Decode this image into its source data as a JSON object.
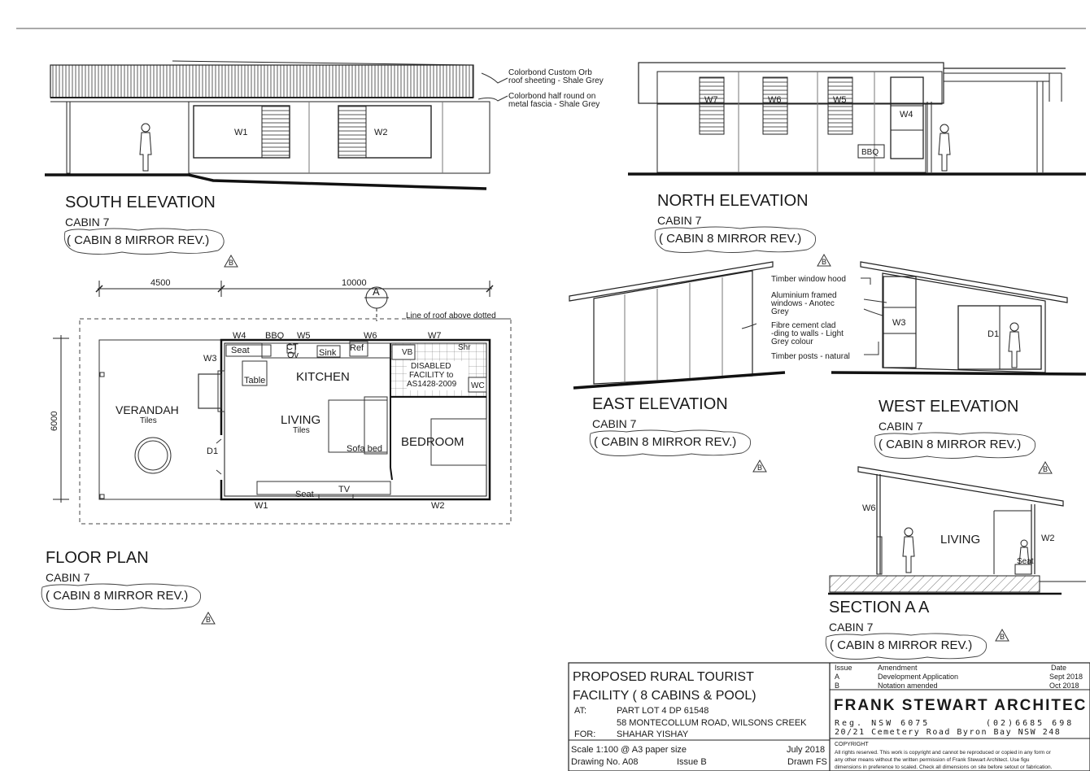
{
  "south": {
    "title": "SOUTH ELEVATION",
    "cabin": "CABIN 7",
    "mirror": "( CABIN 8 MIRROR REV.)",
    "rev": "B",
    "w1": "W1",
    "w2": "W2",
    "note1a": "Colorbond Custom Orb",
    "note1b": "roof sheeting - Shale Grey",
    "note2a": "Colorbond half round on",
    "note2b": "metal fascia - Shale Grey"
  },
  "north": {
    "title": "NORTH ELEVATION",
    "cabin": "CABIN 7",
    "mirror": "( CABIN 8 MIRROR REV.)",
    "rev": "B",
    "w7": "W7",
    "w6": "W6",
    "w5": "W5",
    "w4": "W4",
    "bbq": "BBQ"
  },
  "east": {
    "title": "EAST ELEVATION",
    "cabin": "CABIN 7",
    "mirror": "( CABIN 8 MIRROR REV.)",
    "rev": "B"
  },
  "west": {
    "title": "WEST ELEVATION",
    "cabin": "CABIN 7",
    "mirror": "( CABIN 8 MIRROR REV.)",
    "rev": "B",
    "w3": "W3",
    "d1": "D1",
    "notes": [
      "Timber window hood",
      "Aluminium framed",
      "windows - Anotec",
      "Grey",
      "Fibre cement clad",
      "-ding to walls - Light",
      "Grey colour",
      "Timber posts - natural"
    ]
  },
  "floor": {
    "title": "FLOOR PLAN",
    "cabin": "CABIN 7",
    "mirror": "( CABIN 8 MIRROR REV.)",
    "rev": "B",
    "dim_4500": "4500",
    "dim_10000": "10000",
    "dim_6000": "6000",
    "section_mark": "A",
    "roof_note": "Line of roof above dotted",
    "verandah": "VERANDAH",
    "verandah_tiles": "Tiles",
    "kitchen": "KITCHEN",
    "living": "LIVING",
    "living_tiles": "Tiles",
    "bedroom": "BEDROOM",
    "disabled": [
      "DISABLED",
      "FACILITY to",
      "AS1428-2009"
    ],
    "labels": {
      "w4": "W4",
      "bbq": "BBQ",
      "w5": "W5",
      "w6": "W6",
      "w7": "W7",
      "w3": "W3",
      "seat": "Seat",
      "ct": "CT",
      "ov": "Ov",
      "sink": "Sink",
      "ref": "Ref",
      "vb": "VB",
      "shr": "Shr",
      "table": "Table",
      "wc": "WC",
      "d1": "D1",
      "sofa_bed": "Sofa bed",
      "seat2": "Seat",
      "tv": "TV",
      "w1": "W1",
      "w2": "W2"
    }
  },
  "section": {
    "title": "SECTION A A",
    "cabin": "CABIN 7",
    "mirror": "( CABIN 8 MIRROR REV.)",
    "rev": "B",
    "w6": "W6",
    "living": "LIVING",
    "w2": "W2",
    "seat": "Seat"
  },
  "titleblock": {
    "project_line1": "PROPOSED RURAL TOURIST",
    "project_line2": "FACILITY  ( 8 CABINS & POOL)",
    "at_label": "AT:",
    "at_line1": "PART LOT 4 DP 61548",
    "at_line2": "58 MONTECOLLUM ROAD, WILSONS CREEK",
    "for_label": "FOR:",
    "client": "SHAHAR YISHAY",
    "scale": "Scale 1:100 @ A3 paper size",
    "date": "July 2018",
    "drawing_no": "Drawing No. A08",
    "issue": "Issue  B",
    "drawn": "Drawn FS",
    "issue_header": "Issue",
    "amendment_header": "Amendment",
    "date_header": "Date",
    "issues": [
      {
        "issue": "A",
        "amendment": "Development Application",
        "date": "Sept 2018"
      },
      {
        "issue": "B",
        "amendment": "Notation amended",
        "date": "Oct 2018"
      }
    ],
    "firm": "FRANK STEWART   ARCHITEC",
    "reg": "Reg. NSW 6075",
    "phone": "(02)6685 698",
    "address": "20/21 Cemetery Road  Byron Bay  NSW  248",
    "copyright_title": "COPYRIGHT",
    "copyright_1": "All rights reserved. This work is copyright and cannot be reproduced or copied in any form or",
    "copyright_2": "any other means without the written permission of Frank Stewart Architect. Use figu",
    "copyright_3": "dimensions in preference to scaled. Check all dimensions on site before setout or fabrication."
  }
}
